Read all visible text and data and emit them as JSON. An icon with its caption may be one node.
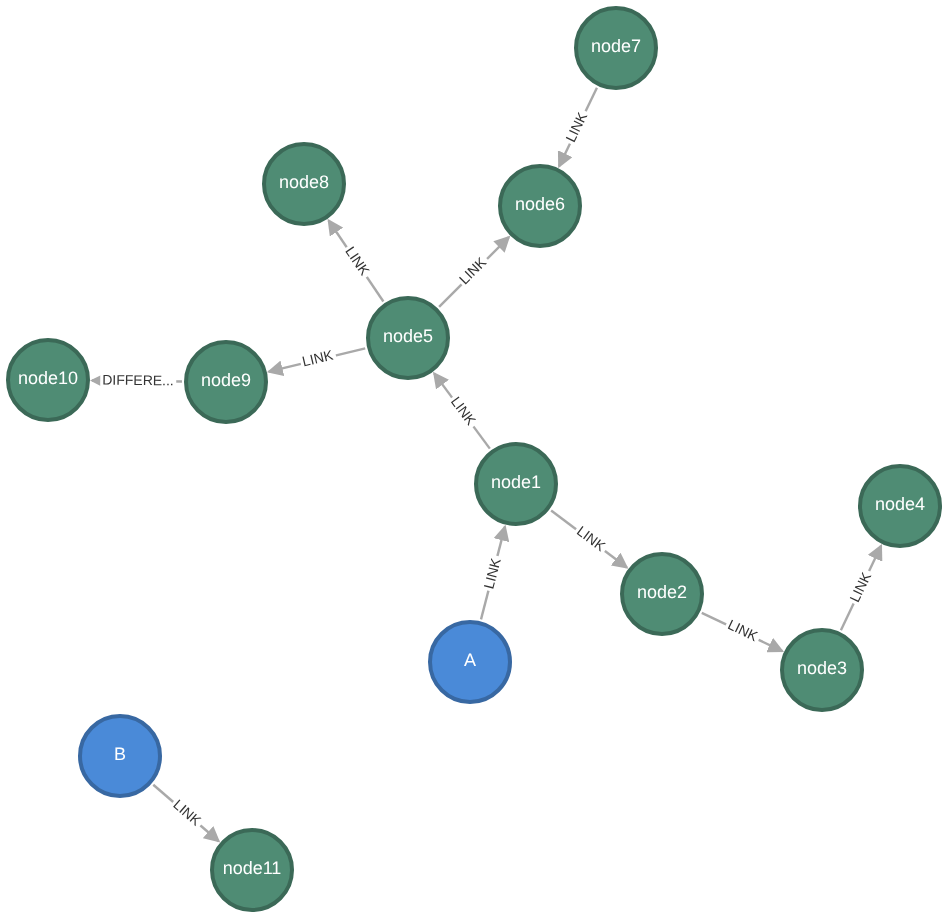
{
  "diagram": {
    "nodes": [
      {
        "text": [
          "node7"
        ]
      },
      {
        "text": [
          "node8"
        ]
      },
      {
        "text": [
          "node6"
        ]
      },
      {
        "text": [
          "node5"
        ]
      },
      {
        "text": [
          "node10"
        ]
      },
      {
        "text": [
          "node9"
        ]
      },
      {
        "text": [
          "node1"
        ]
      },
      {
        "text": [
          "node4"
        ]
      },
      {
        "text": [
          "node2"
        ]
      },
      {
        "text": [
          "A"
        ]
      },
      {
        "text": [
          "node3"
        ]
      },
      {
        "text": [
          "B"
        ]
      },
      {
        "text": [
          "node11"
        ]
      }
    ],
    "edges": [
      {
        "from": 0,
        "to": 2,
        "label": "LINK",
        "arrow": "to"
      },
      {
        "from": 3,
        "to": 1,
        "label": "LINK",
        "arrow": "to"
      },
      {
        "from": 3,
        "to": 2,
        "label": "LINK",
        "arrow": "to"
      },
      {
        "from": 3,
        "to": 5,
        "label": "LINK",
        "arrow": "to"
      },
      {
        "from": 5,
        "to": 4,
        "label": "DIFFERE...",
        "arrow": "to"
      },
      {
        "from": 6,
        "to": 3,
        "label": "LINK",
        "arrow": "to"
      },
      {
        "from": 9,
        "to": 6,
        "label": "LINK",
        "arrow": "to"
      },
      {
        "from": 6,
        "to": 8,
        "label": "LINK",
        "arrow": "to"
      },
      {
        "from": 8,
        "to": 10,
        "label": "LINK",
        "arrow": "to"
      },
      {
        "from": 10,
        "to": 7,
        "label": "LINK",
        "arrow": "to"
      },
      {
        "from": 11,
        "to": 12,
        "label": "LINK",
        "arrow": "to"
      }
    ]
  }
}
